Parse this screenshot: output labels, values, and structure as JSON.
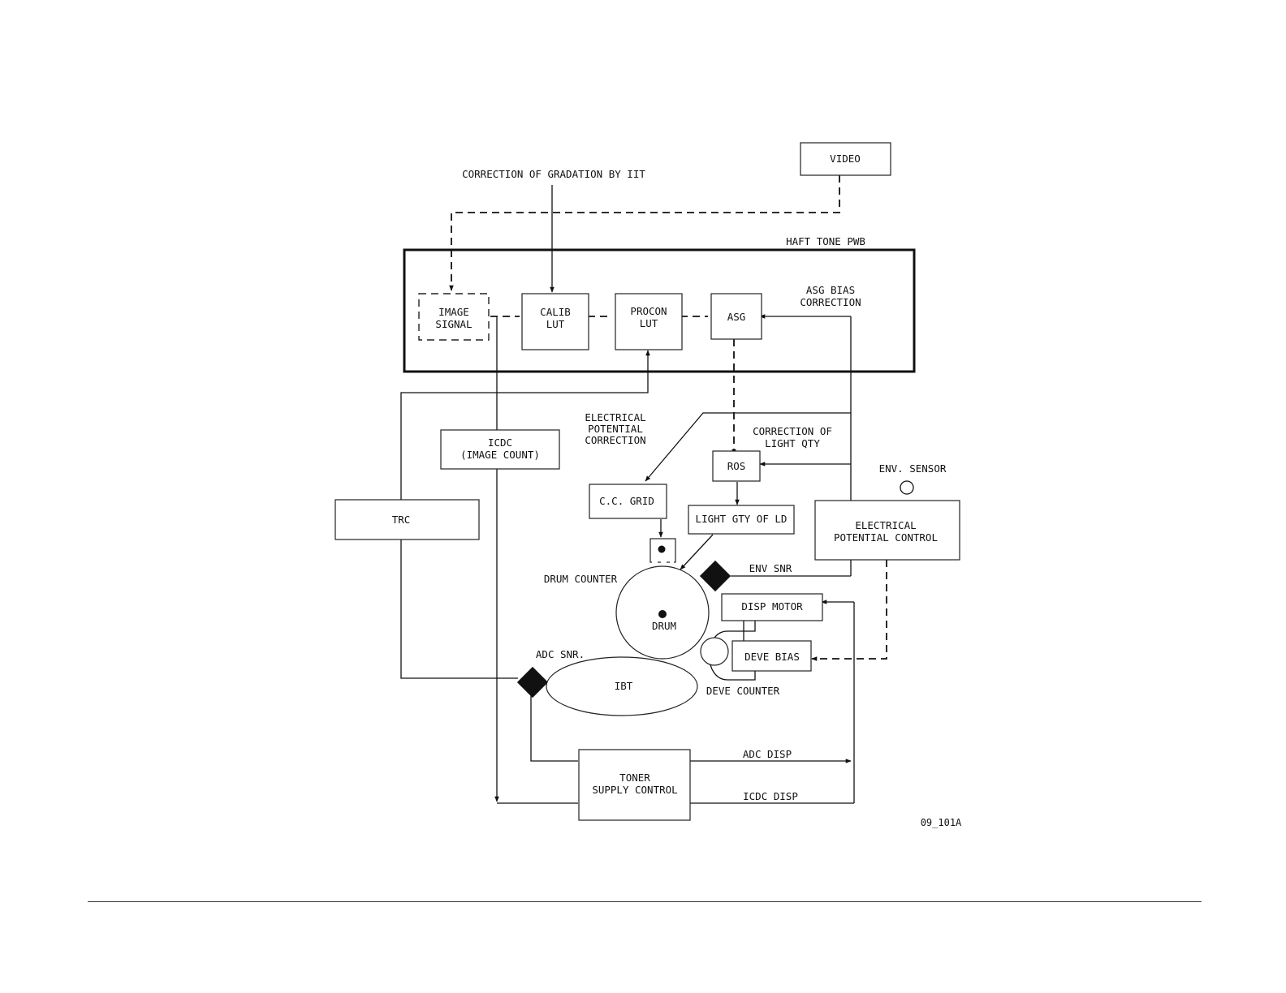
{
  "diagram": {
    "top_label": "CORRECTION OF GRADATION BY IIT",
    "video": "VIDEO",
    "pwb_label": "HAFT TONE PWB",
    "image_signal": [
      "IMAGE",
      "SIGNAL"
    ],
    "calib_lut": [
      "CALIB",
      "LUT"
    ],
    "procon_lut": [
      "PROCON",
      "LUT"
    ],
    "asg": "ASG",
    "asg_bias_correction": [
      "ASG BIAS",
      "CORRECTION"
    ],
    "electrical_potential_correction": [
      "ELECTRICAL",
      "POTENTIAL",
      "CORRECTION"
    ],
    "correction_light_qty": [
      "CORRECTION OF",
      "LIGHT QTY"
    ],
    "icdc": [
      "ICDC",
      "(IMAGE COUNT)"
    ],
    "ros": "ROS",
    "env_sensor": "ENV. SENSOR",
    "cc_grid": "C.C. GRID",
    "light_qty_ld": "LIGHT GTY OF LD",
    "trc": "TRC",
    "electrical_potential_control": [
      "ELECTRICAL",
      "POTENTIAL CONTROL"
    ],
    "env_snr": "ENV SNR",
    "drum_counter": "DRUM COUNTER",
    "drum": "DRUM",
    "disp_motor": "DISP MOTOR",
    "adc_snr": "ADC SNR.",
    "deve_bias": "DEVE BIAS",
    "ibt": "IBT",
    "deve_counter": "DEVE COUNTER",
    "adc_disp": "ADC DISP",
    "toner_supply_control": [
      "TONER",
      "SUPPLY CONTROL"
    ],
    "icdc_disp": "ICDC DISP",
    "figure_id": "09_101A"
  }
}
